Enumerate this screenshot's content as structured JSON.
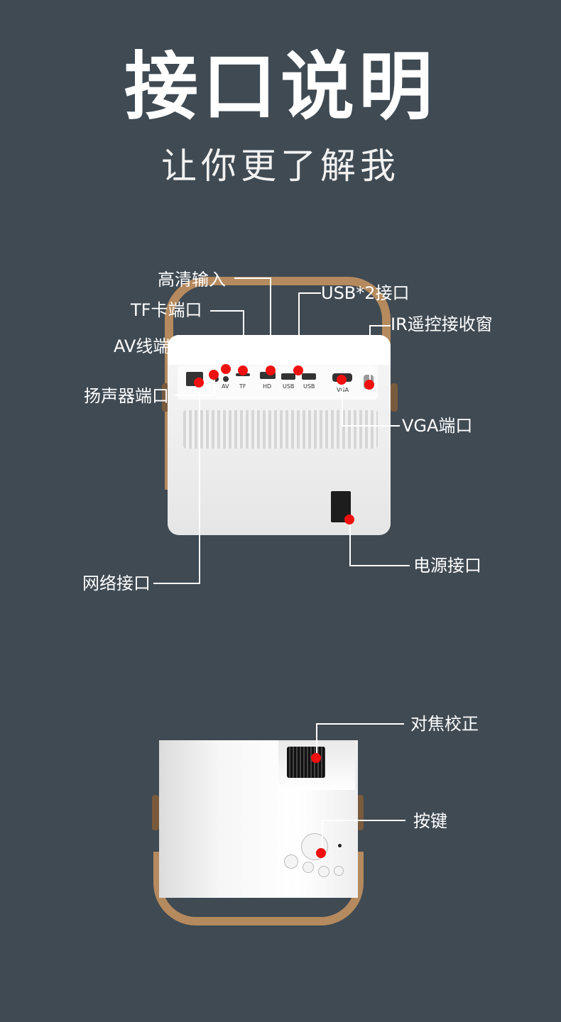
{
  "header": {
    "title": "接口说明",
    "subtitle": "让你更了解我"
  },
  "callouts": {
    "hd_input": "高清输入",
    "usb2": "USB*2接口",
    "tf_port": "TF卡端口",
    "ir_window": "IR遥控接收窗",
    "av_port": "AV线端口",
    "speaker_port": "扬声器端口",
    "vga_port": "VGA端口",
    "power_port": "电源接口",
    "network_port": "网络接口",
    "focus": "对焦校正",
    "keys": "按键"
  },
  "port_labels": {
    "av": "AV",
    "tf": "TF",
    "hd": "HD",
    "usb1": "USB",
    "usb2": "USB",
    "vga": "VGA"
  },
  "colors": {
    "background": "#3f4a53",
    "marker": "#f01010",
    "handle": "#b58a5e"
  }
}
